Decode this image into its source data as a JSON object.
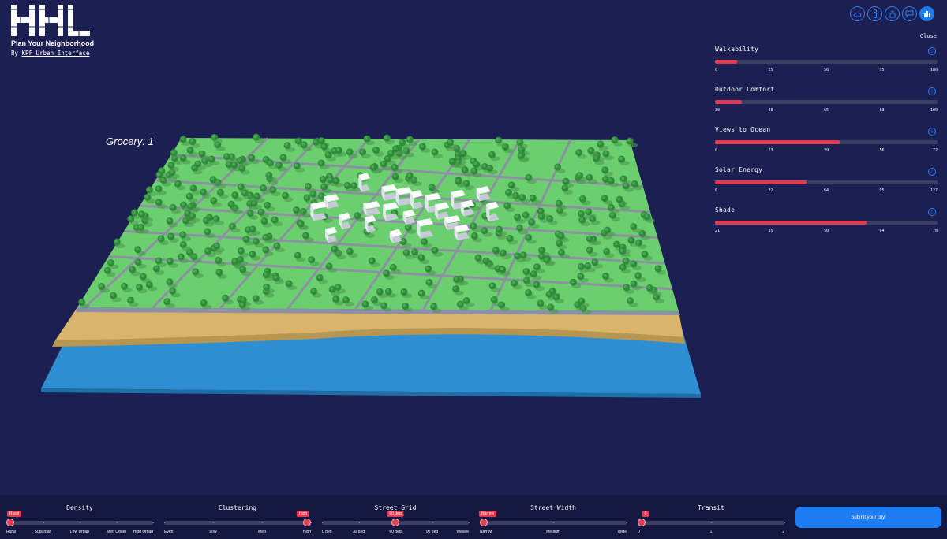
{
  "brand": {
    "logo_text": "HHL",
    "subtitle": "Plan Your Neighborhood",
    "by_prefix": "By",
    "by_link": "KPF Urban Interface"
  },
  "toolbar": {
    "icons": [
      "map-icon",
      "person-icon",
      "hand-icon",
      "chat-icon",
      "bar-chart-icon"
    ],
    "close_label": "Close"
  },
  "metrics": [
    {
      "name": "Walkability",
      "ticks": [
        "0",
        "25",
        "50",
        "75",
        "100"
      ],
      "value": 0.1,
      "icon": "info-icon"
    },
    {
      "name": "Outdoor Comfort",
      "ticks": [
        "30",
        "48",
        "65",
        "83",
        "100"
      ],
      "value": 0.12,
      "icon": "info-icon"
    },
    {
      "name": "Views to Ocean",
      "ticks": [
        "0",
        "23",
        "39",
        "56",
        "72"
      ],
      "value": 0.56,
      "icon": "info-icon"
    },
    {
      "name": "Solar Energy",
      "ticks": [
        "0",
        "32",
        "64",
        "95",
        "127"
      ],
      "value": 0.41,
      "icon": "info-icon"
    },
    {
      "name": "Shade",
      "ticks": [
        "21",
        "35",
        "50",
        "64",
        "78"
      ],
      "value": 0.68,
      "icon": "info-icon"
    }
  ],
  "map": {
    "label": "Grocery: 1"
  },
  "controls": [
    {
      "name": "Density",
      "labels": [
        "Rural",
        "Suburban",
        "Low Urban",
        "Med Urban",
        "High Urban"
      ],
      "value_index": 0,
      "badge": "Rural"
    },
    {
      "name": "Clustering",
      "labels": [
        "Even",
        "Low",
        "Med",
        "High"
      ],
      "value_index": 3,
      "badge": "High"
    },
    {
      "name": "Street Grid",
      "labels": [
        "0 deg",
        "30 deg",
        "60 deg",
        "90 deg",
        "Weave"
      ],
      "value_index": 2,
      "badge": "60 deg"
    },
    {
      "name": "Street Width",
      "labels": [
        "Narrow",
        "Medium",
        "Wide"
      ],
      "value_index": 0,
      "badge": "Narrow"
    },
    {
      "name": "Transit",
      "labels": [
        "0",
        "1",
        "2"
      ],
      "value_index": 0,
      "badge": "0"
    }
  ],
  "submit_label": "Submit your city!",
  "colors": {
    "background": "#1b1f52",
    "accent": "#1e7cf5",
    "slider_fill": "#e23a50",
    "grass": "#6ccf6f",
    "water": "#2f8ed1",
    "sand": "#d9b46a"
  }
}
